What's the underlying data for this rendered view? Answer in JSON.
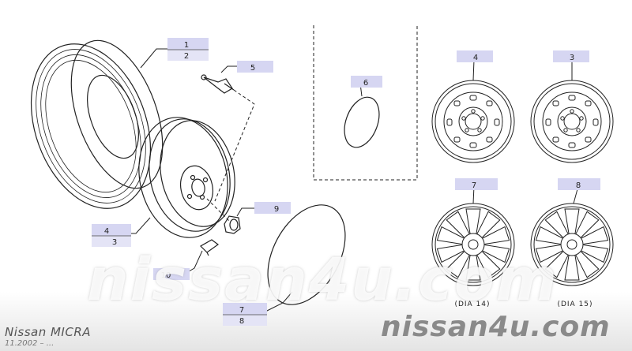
{
  "callouts": [
    {
      "id": "c1",
      "lines": [
        "1",
        "2"
      ]
    },
    {
      "id": "c5",
      "lines": [
        "5"
      ]
    },
    {
      "id": "c6",
      "lines": [
        "6"
      ]
    },
    {
      "id": "c4r",
      "lines": [
        "4"
      ]
    },
    {
      "id": "c3r",
      "lines": [
        "3"
      ]
    },
    {
      "id": "c7r",
      "lines": [
        "7"
      ]
    },
    {
      "id": "c8r",
      "lines": [
        "8"
      ]
    },
    {
      "id": "c9",
      "lines": [
        "9"
      ]
    },
    {
      "id": "c43",
      "lines": [
        "4",
        "3"
      ]
    },
    {
      "id": "c10",
      "lines": [
        "10"
      ]
    },
    {
      "id": "c78",
      "lines": [
        "7",
        "8"
      ]
    }
  ],
  "captions": {
    "dia14": "(DIA 14)",
    "dia15": "(DIA 15)"
  },
  "footer": {
    "model": "Nissan MICRA",
    "date": "11.2002 – ...",
    "watermark_big": "nissan4u.com",
    "watermark_small": "nissan4u.com"
  },
  "colors": {
    "callout_box": "#d6d6f2",
    "line": "#222222"
  }
}
